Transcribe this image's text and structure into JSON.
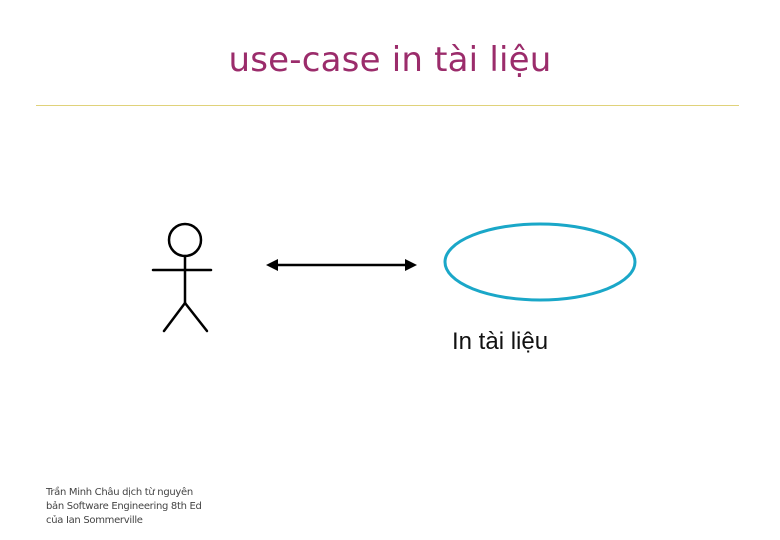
{
  "slide": {
    "title": "use-case in tài liệu",
    "title_color": "#9b2c6b",
    "rule_color": "#e0d27a"
  },
  "diagram": {
    "actor": {
      "icon": "stick-figure-actor"
    },
    "association": {
      "icon": "double-headed-arrow",
      "color": "#000000"
    },
    "use_case": {
      "label": "In tài liệu",
      "stroke_color": "#1aa7c8",
      "icon": "ellipse"
    }
  },
  "footer": {
    "lines": [
      "Trần Minh Châu dịch từ nguyên",
      "bản Software Engineering 8th Ed",
      "của Ian Sommerville"
    ]
  }
}
